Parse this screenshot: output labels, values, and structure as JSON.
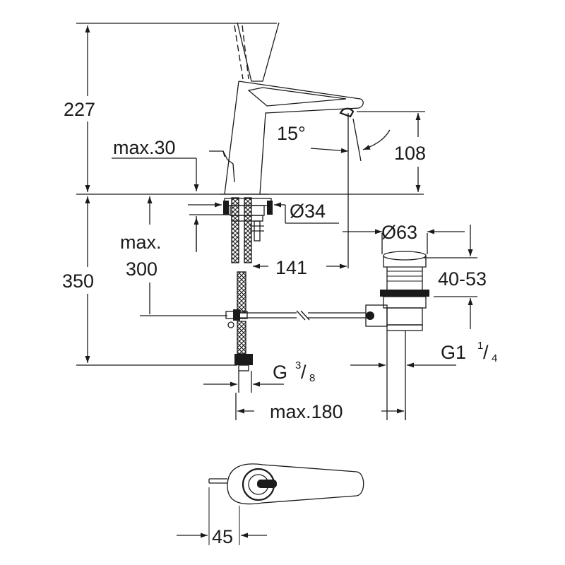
{
  "dimensions": {
    "height_227": "227",
    "max_30": "max.30",
    "angle_15": "15°",
    "height_108": "108",
    "dia_34": "Ø34",
    "max_300_line1": "max.",
    "max_300_line2": "300",
    "height_350": "350",
    "reach_141": "141",
    "dia_63": "Ø63",
    "range_40_53": "40-53",
    "g3_8_main": "G",
    "g3_8_num": "3",
    "g3_8_den": "8",
    "g1_1_4_main": "G1",
    "g1_1_4_num": "1",
    "g1_1_4_den": "4",
    "max_180": "max.180",
    "width_45": "45"
  }
}
